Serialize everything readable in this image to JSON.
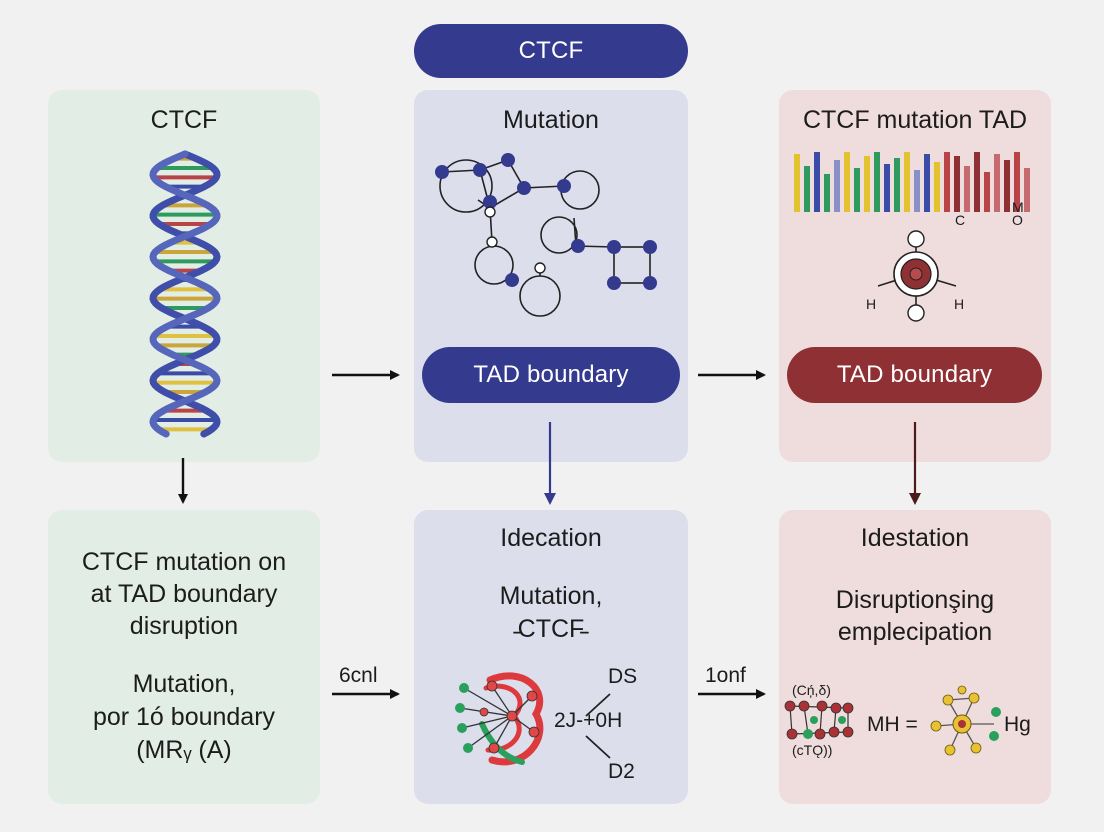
{
  "top_pill": "CTCF",
  "panels": {
    "p1": {
      "title": "CTCF"
    },
    "p2": {
      "title": "Mutation",
      "pill": "TAD boundary"
    },
    "p3": {
      "title": "CTCF mutation TAD",
      "pill": "TAD boundary",
      "bar_labels": [
        "C",
        "M",
        "O"
      ],
      "atom_labels": [
        "H",
        "H"
      ]
    },
    "p4": {
      "lines_a": [
        "CTCF mutation on",
        "at TAD boundary",
        "disruption"
      ],
      "lines_b": [
        "Mutation,",
        "por 1ó boundary",
        "(MRᵧ (A)"
      ]
    },
    "p5": {
      "title": "Idecation",
      "lines": [
        "Mutation,",
        "̵CTCF̵"
      ],
      "chem": {
        "top": "DS",
        "mid": "2J‐+0H",
        "bot": "D2"
      }
    },
    "p6": {
      "title": "Idestation",
      "lines": [
        "Disruptionşing",
        "emplecipation"
      ],
      "chem": {
        "top": "(Cņ́,δ)",
        "bot": "(cTǪ))",
        "eq": "MH =",
        "end": "Hg"
      }
    }
  },
  "arrow_labels": {
    "left": "6cnl",
    "right": "1onf"
  },
  "colors": {
    "navy": "#343a8e",
    "maroon": "#8e3034",
    "green_panel": "#e2ede6",
    "blue_panel": "#dcdeec",
    "pink_panel": "#efdcdc"
  }
}
